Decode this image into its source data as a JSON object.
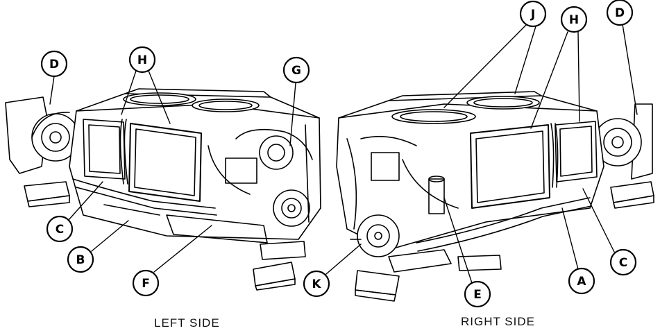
{
  "captions": {
    "left": "LEFT SIDE",
    "right": "RIGHT SIDE"
  },
  "callouts": {
    "left_d": "D",
    "left_h": "H",
    "left_g": "G",
    "left_c": "C",
    "left_b": "B",
    "left_f": "F",
    "right_j": "J",
    "right_h": "H",
    "right_d": "D",
    "right_k": "K",
    "right_e": "E",
    "right_a": "A",
    "right_c": "C"
  }
}
